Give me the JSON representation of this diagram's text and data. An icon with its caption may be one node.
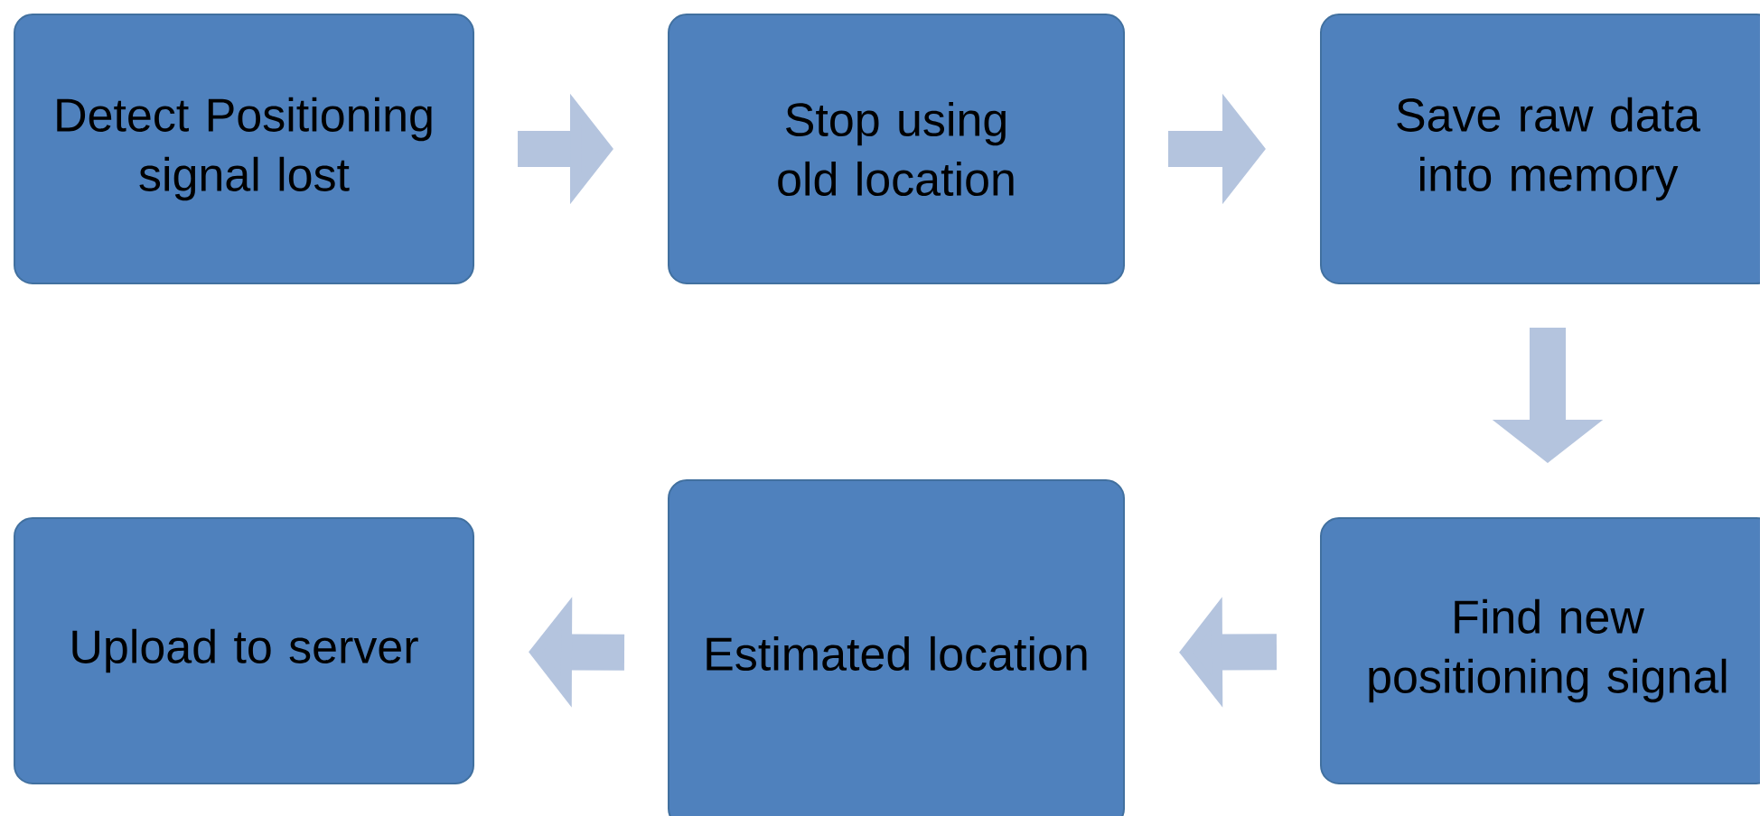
{
  "diagram": {
    "nodes": [
      {
        "text": [
          "Detect Positioning signal lost"
        ]
      },
      {
        "text": [
          "Stop using old location"
        ]
      },
      {
        "text": [
          "Save raw data into memory"
        ]
      },
      {
        "text": [
          "Find new positioning signal"
        ]
      },
      {
        "text": [
          "Estimated location"
        ]
      },
      {
        "text": [
          "Upload to server"
        ]
      }
    ],
    "edges": [
      {
        "from": 0,
        "to": 1,
        "arrow": "to"
      },
      {
        "from": 1,
        "to": 2,
        "arrow": "to"
      },
      {
        "from": 2,
        "to": 3,
        "arrow": "to"
      },
      {
        "from": 3,
        "to": 4,
        "arrow": "to"
      },
      {
        "from": 4,
        "to": 5,
        "arrow": "to"
      }
    ]
  }
}
